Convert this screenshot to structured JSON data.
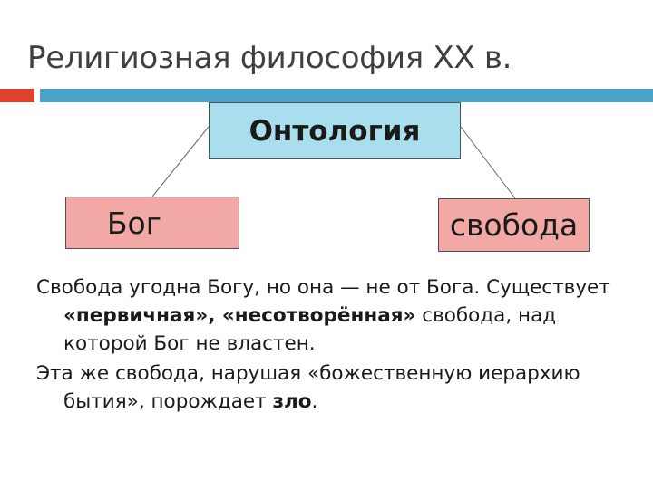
{
  "slide": {
    "title": "Религиозная философия XX в."
  },
  "diagram": {
    "root": "Онтология",
    "left": "Бог",
    "right": "свобода"
  },
  "text": {
    "p1_a": "Свобода угодна Богу, но она — не от Бога. Существует ",
    "p1_bold": "«первичная», «несотворённая»",
    "p1_b": " свобода, над которой Бог не властен.",
    "p2_a": "Эта же свобода, нарушая «божественную иерархию бытия», порождает ",
    "p2_bold": "зло",
    "p2_b": "."
  },
  "colors": {
    "accent_red": "#e0402c",
    "accent_blue": "#4aa3c8",
    "root_fill": "#a9dfec",
    "child_fill": "#f2a9a6"
  }
}
